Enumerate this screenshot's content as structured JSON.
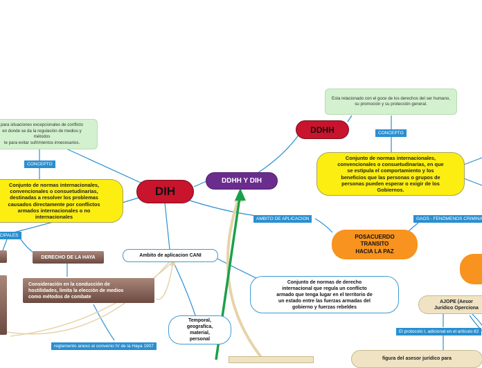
{
  "colors": {
    "link_blue": "#2a8fd0",
    "link_green": "#1aa04a",
    "link_beige": "#e6d3a8",
    "red_node": "#c8142c",
    "purple_node": "#6a2d8e",
    "yellow_node": "#fcee10",
    "orange_node": "#f7931e",
    "green_note": "#d3f0cf"
  },
  "nodes": {
    "dih": "DIH",
    "ddhh": "DDHH",
    "ddhh_y_dih": "DDHH Y DIH",
    "ddhh_note": "Esta relacionado con el goce de los derechos del ser humano,\nsu promoción y su protección general.",
    "dih_note": "para situaciones excepcionales de conflicto\nen donde se da la regulación de medios y\nmétodos\nte para evitar sufrimientos innecesarios.",
    "ddhh_concept": "Conjunto de normas internacionales,\nconvencionales o consuetudinarias, en que\nse estipula el comportamiento y los\nbeneficios que las personas o grupos de\npersonas pueden esperar o exigir de los\nGobiernos.",
    "dih_concept": "Conjunto de normas internacionales,\nconvencionales o consuetudinarias,\ndestinadas a resolver los problemas\ncausados directamente por conflictos\narmados internacionales o no\ninternacionales",
    "posacuerdo": "POSACUERDO\nTRANSITO\nHACIA LA PAZ",
    "ambito": "Ambito de aplicacion CANI",
    "conjunto_derecho": "Conjunto de normas de derecho\ninternacional que regula un conflicto\narmado que tenga lugar en el territorio de\nun estado entre las fuerzas armadas del\ngobierno y fuerzas rebeldes",
    "temporal": "Temporal,\ngeografica,\nmaterial,\npersonal",
    "derecho_haya": "DERECHO DE LA HAYA",
    "consideracion": "Consideración en la conducción de\nhostilidades, limita la elección de medios\ncomo métodos de combate",
    "ajope": "AJOPE (Aesor\nJurídico Operciona",
    "figura": "figura del asesor jurídico para"
  },
  "labels": {
    "concepto_ddhh": "CONCEPTO",
    "concepto_dih": "CONCEPTO",
    "ambito_aplicacion": "AMBITO DE APLICACION",
    "gaos": "GAOS - FENÓMENOS CRIMINALES",
    "principales": "PRINCIPALES",
    "reglamento": "reglamento anexo al convenio IV de la Haya 1907",
    "protocolo": "El protocolo I, adicional en el artículo 82"
  }
}
